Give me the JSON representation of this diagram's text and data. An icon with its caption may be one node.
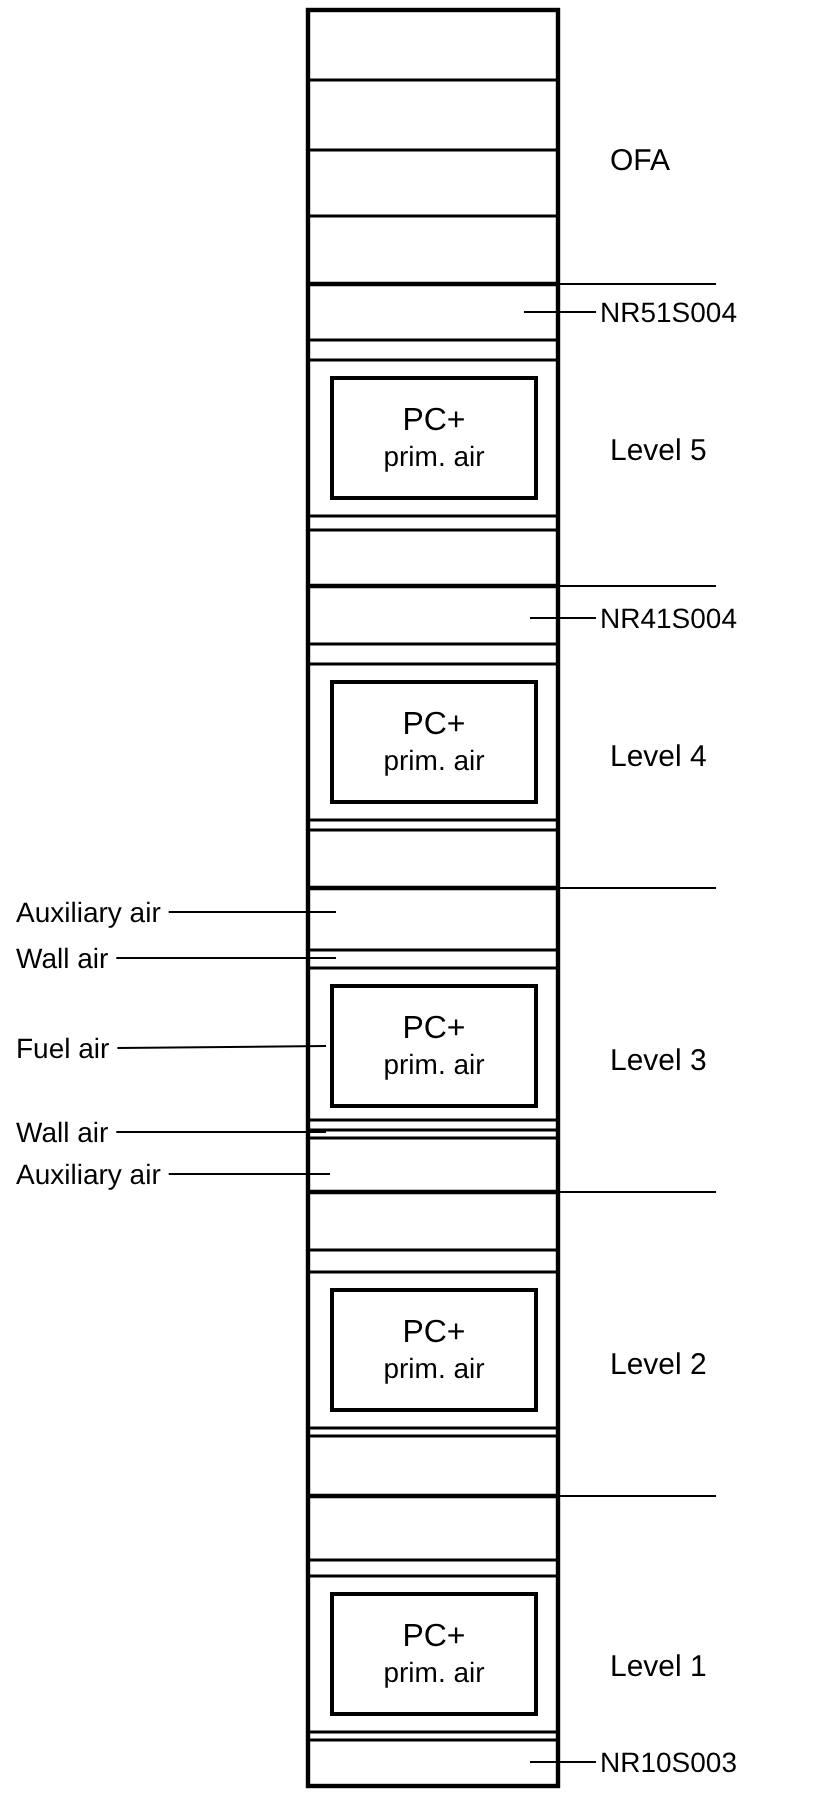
{
  "diagram": {
    "nodes": [
      {
        "text": [
          "NR51S004"
        ]
      },
      {
        "text": [
          "PC+",
          "prim. air"
        ]
      },
      {
        "text": [
          "NR41S004"
        ]
      },
      {
        "text": [
          "PC+",
          "prim. air"
        ]
      },
      {
        "text": [
          "Auxiliary air"
        ]
      },
      {
        "text": [
          "Wall air"
        ]
      },
      {
        "text": [
          "Fuel air"
        ]
      },
      {
        "text": [
          "PC+",
          "prim. air"
        ]
      },
      {
        "text": [
          "Wall air"
        ]
      },
      {
        "text": [
          "Auxiliary air"
        ]
      },
      {
        "text": [
          "PC+",
          "prim. air"
        ]
      },
      {
        "text": [
          "PC+",
          "prim. air"
        ]
      },
      {
        "text": [
          "NR10S003"
        ]
      }
    ],
    "edges": [
      {
        "from": 0,
        "to": null,
        "arrow": "none"
      },
      {
        "from": 2,
        "to": null,
        "arrow": "none"
      },
      {
        "from": 4,
        "to": null,
        "arrow": "none"
      },
      {
        "from": 5,
        "to": null,
        "arrow": "none"
      },
      {
        "from": 6,
        "to": 7,
        "arrow": "none"
      },
      {
        "from": 8,
        "to": null,
        "arrow": "none"
      },
      {
        "from": 9,
        "to": null,
        "arrow": "none"
      },
      {
        "from": 12,
        "to": null,
        "arrow": "none"
      }
    ],
    "labels": [
      "OFA",
      "Level 5",
      "Level 4",
      "Level 3",
      "Level 2",
      "Level 1"
    ]
  }
}
